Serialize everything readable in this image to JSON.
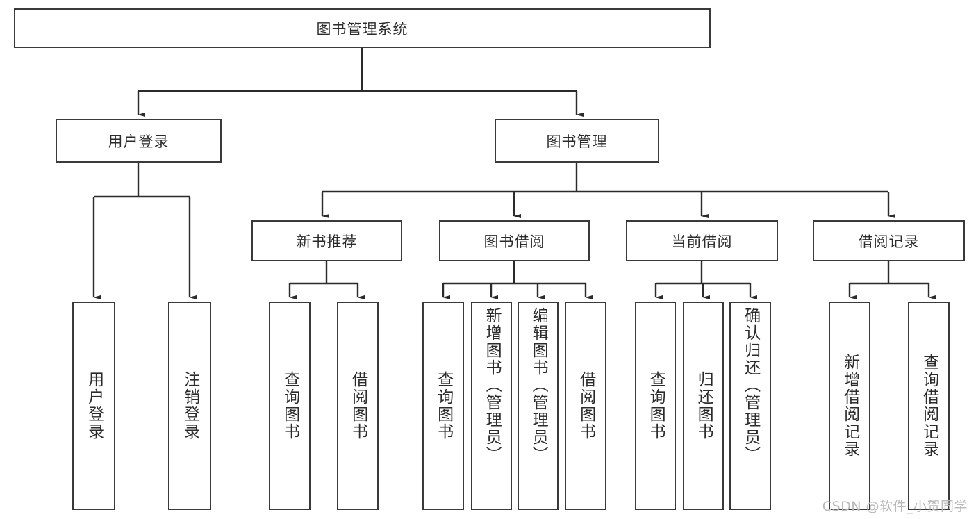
{
  "diagram": {
    "type": "tree-hierarchy",
    "title": "图书管理系统",
    "watermark": "CSDN @软件_小贺同学",
    "colors": {
      "box_border": "#3a3a3a",
      "box_fill": "#ffffff",
      "line": "#2b2b2b",
      "text": "#2b2b2b",
      "watermark": "#b9b9b9"
    },
    "levels": {
      "root": {
        "label": "图书管理系统"
      },
      "level2": [
        {
          "label": "用户登录"
        },
        {
          "label": "图书管理"
        }
      ],
      "level3": [
        {
          "label": "新书推荐"
        },
        {
          "label": "图书借阅"
        },
        {
          "label": "当前借阅"
        },
        {
          "label": "借阅记录"
        }
      ],
      "leaves": {
        "user_login": [
          {
            "label": "用户登录"
          },
          {
            "label": "注销登录"
          }
        ],
        "new_book_recommend": [
          {
            "label": "查询图书"
          },
          {
            "label": "借阅图书"
          }
        ],
        "book_borrow": [
          {
            "label": "查询图书"
          },
          {
            "label": "新增图书（管理员）"
          },
          {
            "label": "编辑图书（管理员）"
          },
          {
            "label": "借阅图书"
          }
        ],
        "current_borrow": [
          {
            "label": "查询图书"
          },
          {
            "label": "归还图书"
          },
          {
            "label": "确认归还（管理员）"
          }
        ],
        "borrow_record": [
          {
            "label": "新增借阅记录"
          },
          {
            "label": "查询借阅记录"
          }
        ]
      }
    }
  }
}
